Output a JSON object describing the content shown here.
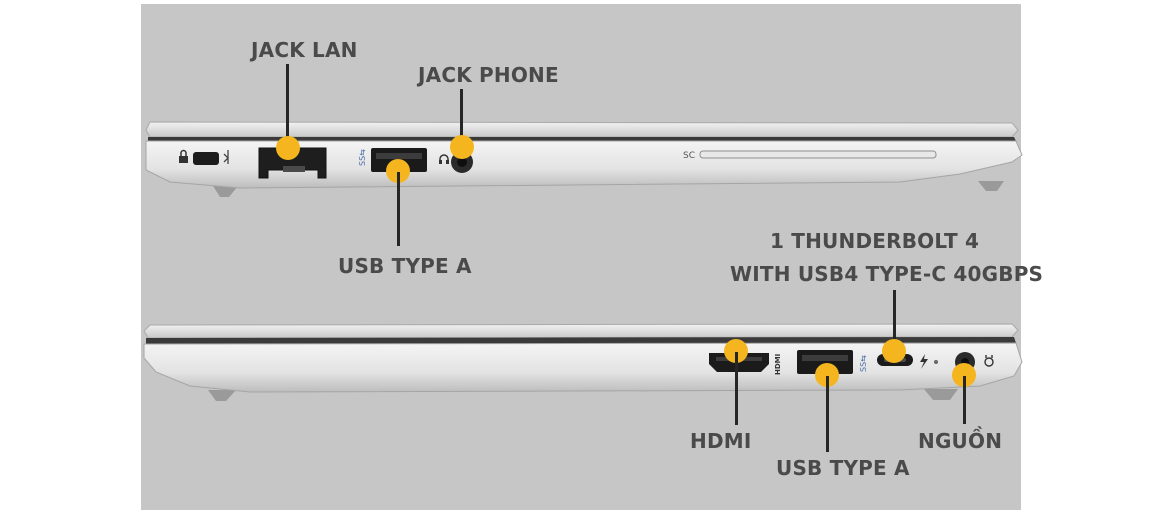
{
  "labels": {
    "jack_lan": "JACK LAN",
    "jack_phone": "JACK PHONE",
    "usb_type_a_left": "USB TYPE A",
    "thunderbolt_line1": "1 THUNDERBOLT 4",
    "thunderbolt_line2": "WITH USB4 TYPE-C 40GBPS",
    "hdmi": "HDMI",
    "usb_type_a_right": "USB TYPE A",
    "nguon": "NGUỒN"
  },
  "laptop_markings": {
    "smart_card": "SC",
    "hdmi_logo": "HDMI"
  },
  "icons": [
    "lock-icon",
    "network-icon",
    "usb-ss-icon",
    "headphone-icon",
    "thunderbolt-icon",
    "power-icon"
  ],
  "colors": {
    "background_panel": "#c6c6c6",
    "callout_dot": "#f5b51e",
    "callout_line": "#262626",
    "label_text": "#4a4a4a"
  }
}
